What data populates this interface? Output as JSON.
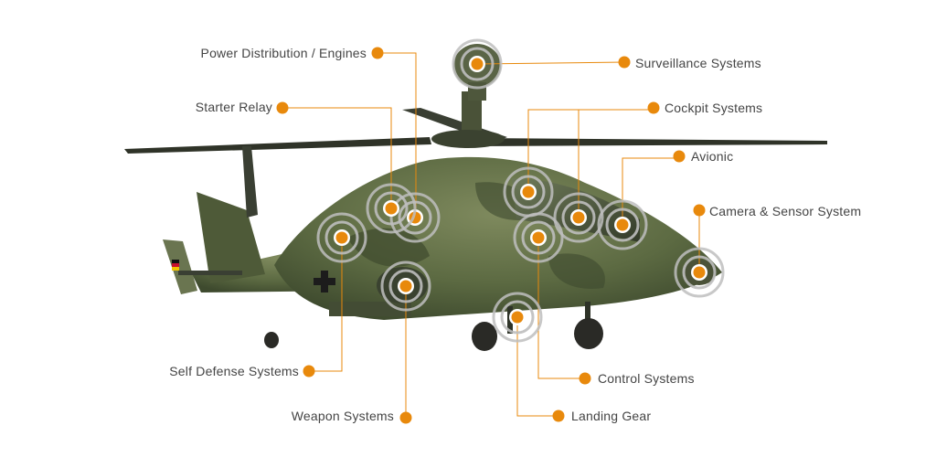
{
  "colors": {
    "accent": "#E8890C",
    "ring": "#BEBEBE",
    "camo_dark": "#3E4A2E",
    "camo_mid": "#5C6A42",
    "camo_light": "#7F8A5E",
    "label": "#444444"
  },
  "callouts": [
    {
      "id": "power",
      "label": "Power Distribution / Engines"
    },
    {
      "id": "surveillance",
      "label": "Surveillance Systems"
    },
    {
      "id": "starter",
      "label": "Starter Relay"
    },
    {
      "id": "cockpit",
      "label": "Cockpit Systems"
    },
    {
      "id": "avionic",
      "label": "Avionic"
    },
    {
      "id": "camera",
      "label": "Camera & Sensor System"
    },
    {
      "id": "selfdef",
      "label": "Self Defense Systems"
    },
    {
      "id": "control",
      "label": "Control Systems"
    },
    {
      "id": "weapon",
      "label": "Weapon Systems"
    },
    {
      "id": "landing",
      "label": "Landing Gear"
    }
  ]
}
